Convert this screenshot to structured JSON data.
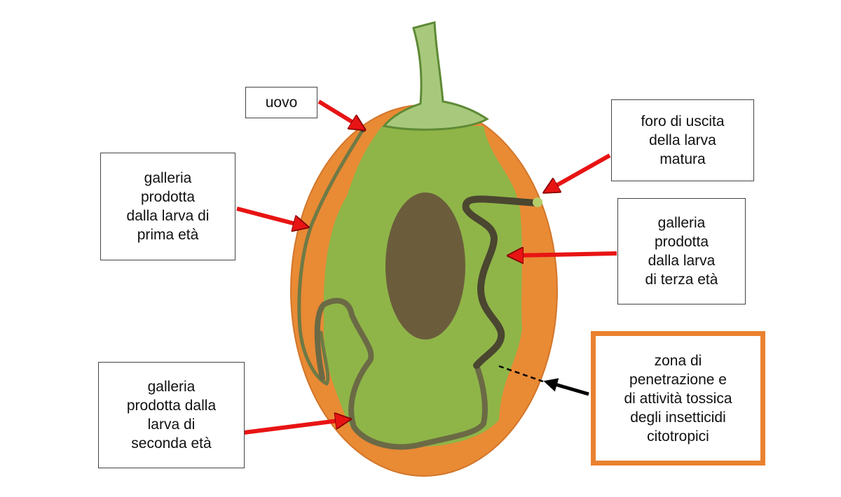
{
  "colors": {
    "peel": "#e98a35",
    "flesh": "#8fb548",
    "stem": "#a8c97c",
    "seed": "#6b5d3c",
    "arrow": "#e81414",
    "highlight": "#e9822f"
  },
  "labels": {
    "egg": "uovo",
    "gallery_first": "galleria\nprodotta\ndalla larva di\nprima età",
    "exit_hole": "foro di uscita\ndella larva\nmatura",
    "gallery_third": "galleria\nprodotta\ndalla larva\ndi terza età",
    "gallery_second": "galleria\nprodotta dalla\nlarva di\nseconda età",
    "insecticide_zone": "zona di\npenetrazione e\ndi attività tossica\ndegli insetticidi\ncitotropici"
  }
}
